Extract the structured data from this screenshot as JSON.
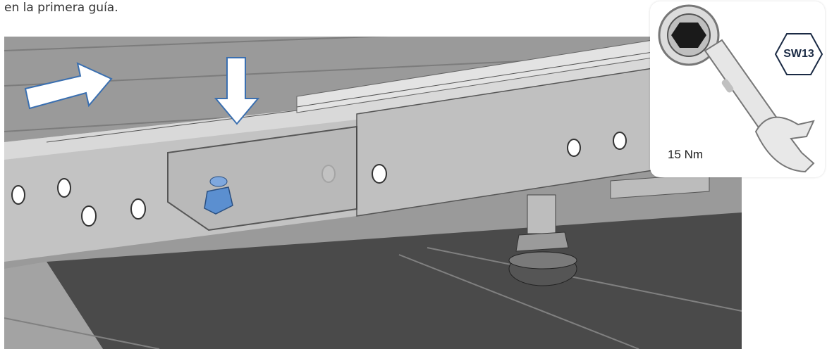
{
  "caption": {
    "text": "en la primera guía."
  },
  "tool": {
    "torque": "15 Nm",
    "wrench_size": "SW13"
  },
  "colors": {
    "arrow_fill": "#ffffff",
    "arrow_stroke": "#3a6fb0",
    "badge_stroke": "#1a2a44",
    "nut_blue": "#5b8fd0",
    "mat": "#4a4a4a"
  },
  "icons": [
    "right-arrow-icon",
    "down-arrow-icon",
    "hex-badge-icon",
    "wrench-icon"
  ]
}
